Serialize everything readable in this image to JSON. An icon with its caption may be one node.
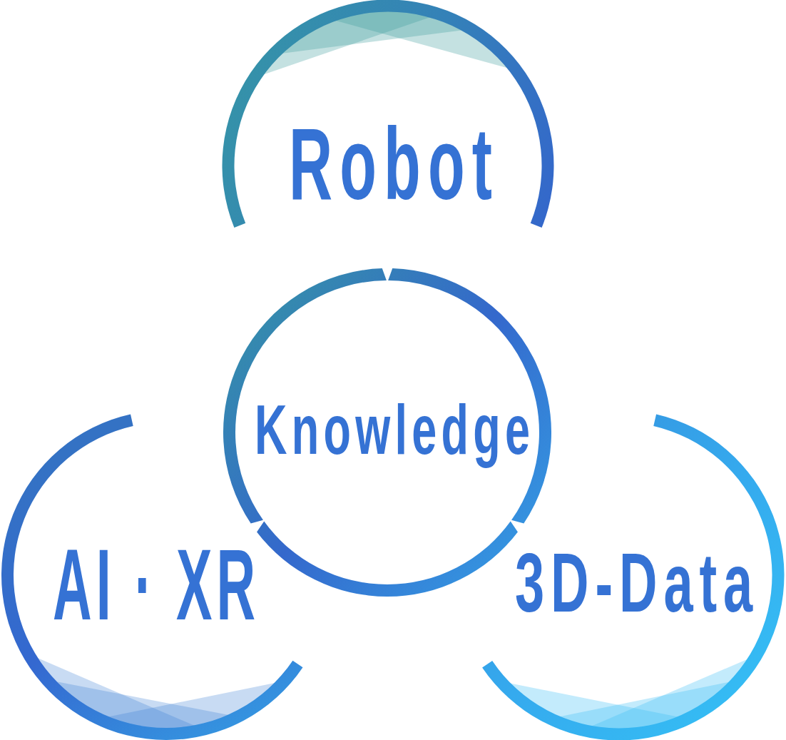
{
  "diagram": {
    "nodes": [
      {
        "text": [
          "Robot"
        ]
      },
      {
        "text": [
          "Knowledge"
        ]
      },
      {
        "text": [
          "AI · XR"
        ]
      },
      {
        "text": [
          "3D-Data"
        ]
      }
    ]
  }
}
